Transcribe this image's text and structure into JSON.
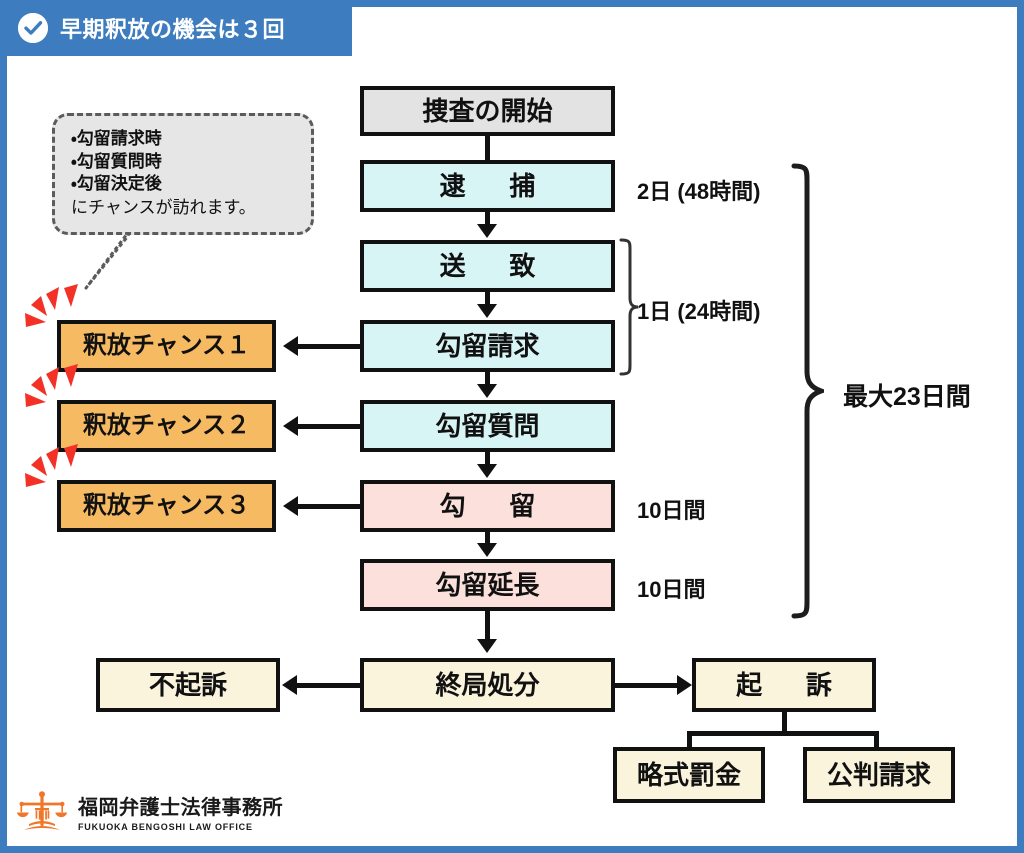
{
  "header": {
    "title": "早期釈放の機会は３回",
    "icon": "check-circle-icon",
    "bg_color": "#3d7cbe"
  },
  "frame": {
    "border_color": "#3d7cbe"
  },
  "bubble": {
    "items": [
      "勾留請求時",
      "勾留質問時",
      "勾留決定後"
    ],
    "footer": "にチャンスが訪れます。"
  },
  "flow": {
    "main": [
      {
        "label": "捜査の開始",
        "color": "#e3e3e3"
      },
      {
        "label": "逮　捕",
        "color": "#d8f5f6"
      },
      {
        "label": "送　致",
        "color": "#d8f5f6"
      },
      {
        "label": "勾留請求",
        "color": "#d8f5f6"
      },
      {
        "label": "勾留質問",
        "color": "#d8f5f6"
      },
      {
        "label": "勾　留",
        "color": "#fbe0dc"
      },
      {
        "label": "勾留延長",
        "color": "#fbe0dc"
      }
    ],
    "chances": [
      {
        "label": "釈放チャンス１",
        "color": "#f6ba63"
      },
      {
        "label": "釈放チャンス２",
        "color": "#f6ba63"
      },
      {
        "label": "釈放チャンス３",
        "color": "#f6ba63"
      }
    ],
    "outcome": [
      {
        "label": "終局処分",
        "color": "#faf4dd"
      },
      {
        "label": "不起訴",
        "color": "#faf4dd"
      },
      {
        "label": "起　訴",
        "color": "#faf4dd"
      },
      {
        "label": "略式罰金",
        "color": "#faf4dd"
      },
      {
        "label": "公判請求",
        "color": "#faf4dd"
      }
    ]
  },
  "notes": {
    "arrest_period": "2日 (48時間)",
    "transfer_period": "1日 (24時間)",
    "detention_period": "10日間",
    "extension_period": "10日間",
    "total_period": "最大23日間"
  },
  "logo": {
    "name_ja": "福岡弁護士法律事務所",
    "name_en": "FUKUOKA BENGOSHI LAW OFFICE",
    "mark": "scales-of-justice-icon",
    "accent_color": "#f0772a"
  }
}
